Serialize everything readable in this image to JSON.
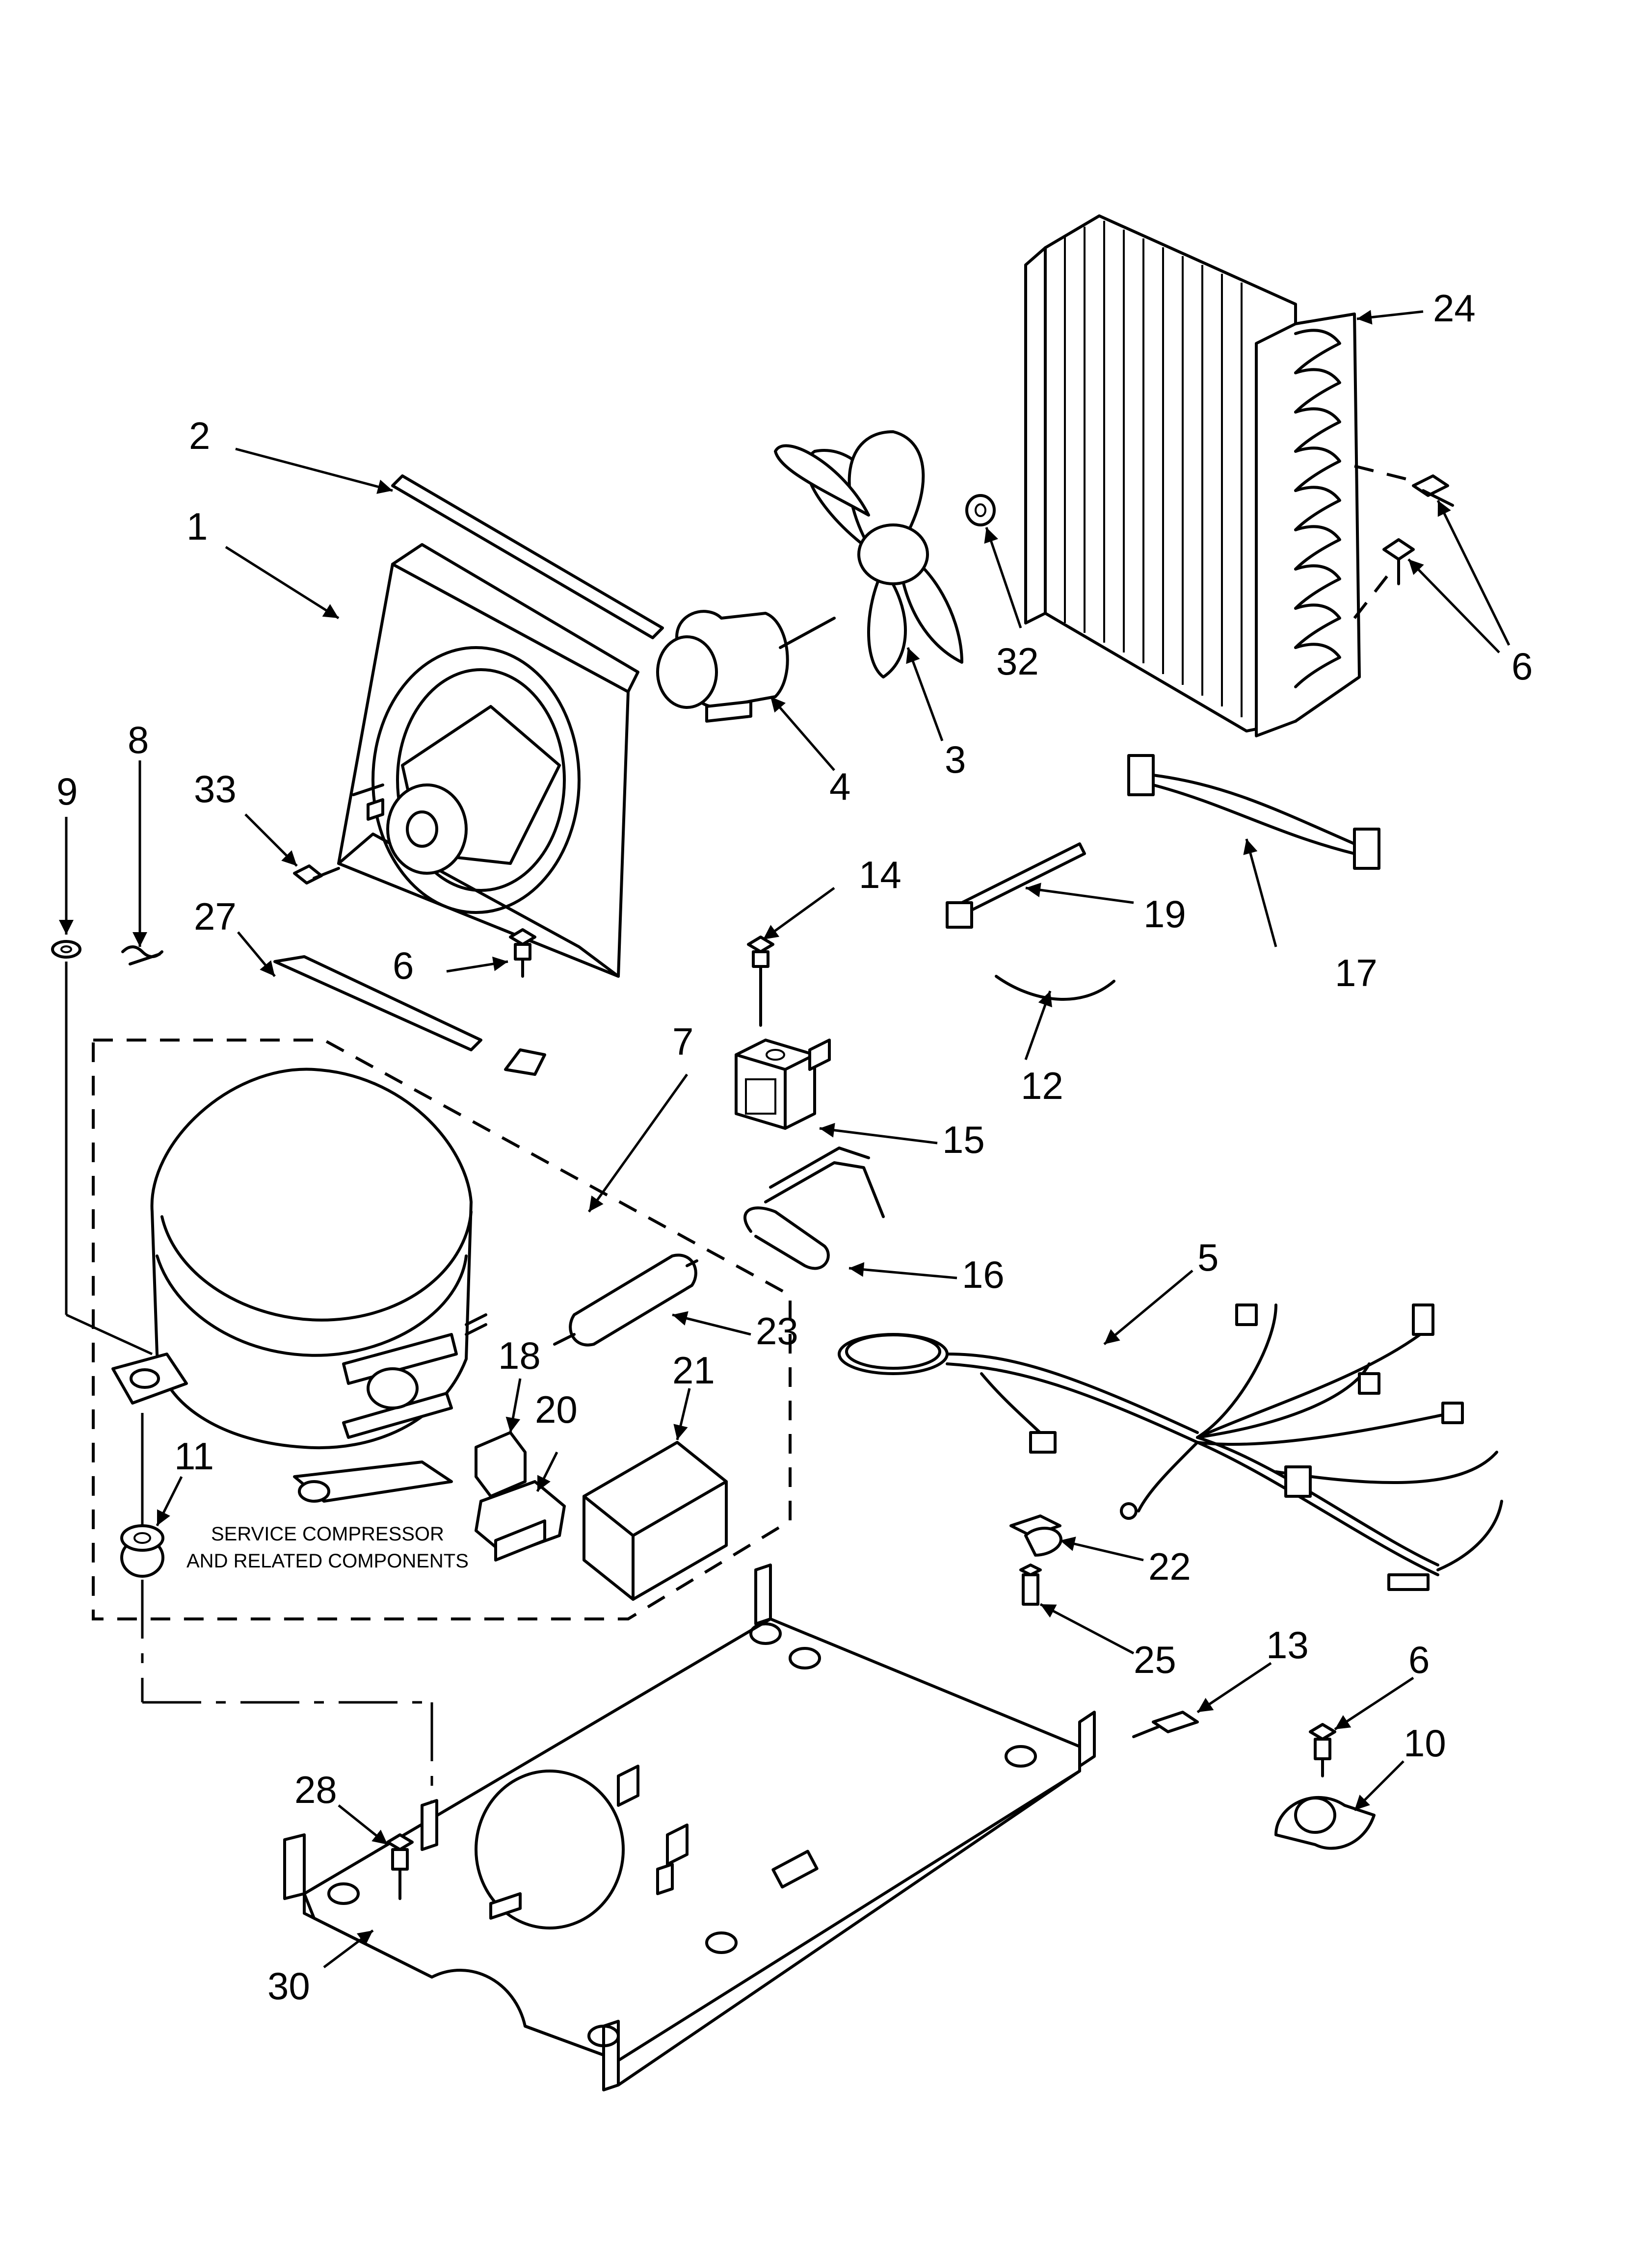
{
  "note": {
    "line1": "SERVICE COMPRESSOR",
    "line2": "AND RELATED COMPONENTS"
  },
  "callouts": [
    {
      "id": "c1",
      "label": "1"
    },
    {
      "id": "c2",
      "label": "2"
    },
    {
      "id": "c3",
      "label": "3"
    },
    {
      "id": "c4",
      "label": "4"
    },
    {
      "id": "c5",
      "label": "5"
    },
    {
      "id": "c6a",
      "label": "6"
    },
    {
      "id": "c6b",
      "label": "6"
    },
    {
      "id": "c6c",
      "label": "6"
    },
    {
      "id": "c7",
      "label": "7"
    },
    {
      "id": "c8",
      "label": "8"
    },
    {
      "id": "c9",
      "label": "9"
    },
    {
      "id": "c10",
      "label": "10"
    },
    {
      "id": "c11",
      "label": "11"
    },
    {
      "id": "c12",
      "label": "12"
    },
    {
      "id": "c13",
      "label": "13"
    },
    {
      "id": "c14",
      "label": "14"
    },
    {
      "id": "c15",
      "label": "15"
    },
    {
      "id": "c16",
      "label": "16"
    },
    {
      "id": "c17",
      "label": "17"
    },
    {
      "id": "c18",
      "label": "18"
    },
    {
      "id": "c19",
      "label": "19"
    },
    {
      "id": "c20",
      "label": "20"
    },
    {
      "id": "c21",
      "label": "21"
    },
    {
      "id": "c22",
      "label": "22"
    },
    {
      "id": "c23",
      "label": "23"
    },
    {
      "id": "c24",
      "label": "24"
    },
    {
      "id": "c25",
      "label": "25"
    },
    {
      "id": "c27",
      "label": "27"
    },
    {
      "id": "c28",
      "label": "28"
    },
    {
      "id": "c30",
      "label": "30"
    },
    {
      "id": "c32",
      "label": "32"
    },
    {
      "id": "c33",
      "label": "33"
    }
  ]
}
